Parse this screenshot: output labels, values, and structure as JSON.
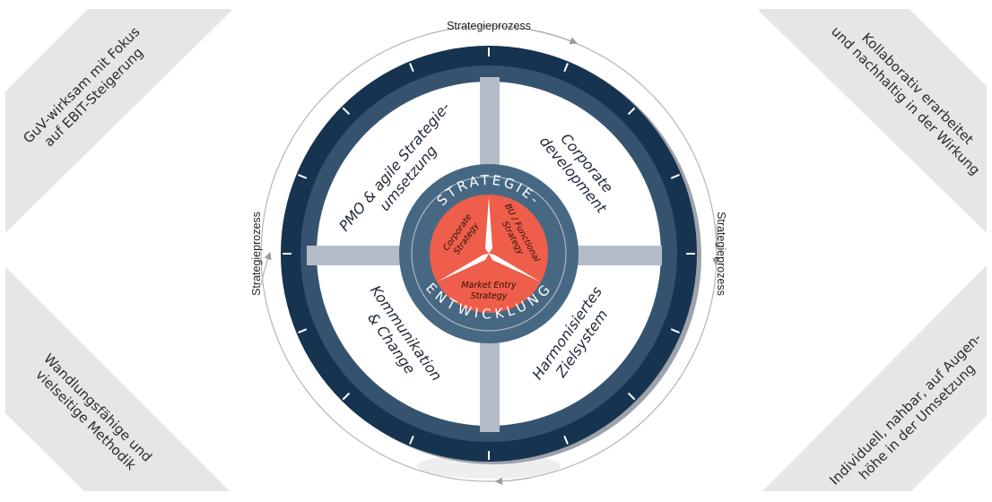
{
  "corners": {
    "top_left": [
      "GuV-wirksam mit Fokus",
      "auf EBIT-Steigerung"
    ],
    "top_right": [
      "Kollaborativ erarbeitet",
      "und nachhaltig in der Wirkung"
    ],
    "bottom_left": [
      "Wandlungsfähige und",
      "vielseitige Methodik"
    ],
    "bottom_right": [
      "Individuell, nahbar, auf Augen-",
      "höhe in der Umsetzung"
    ]
  },
  "process_label": "Strategieprozess",
  "quadrants": {
    "top_left": [
      "PMO & agile Strategie-",
      "umsetzung"
    ],
    "top_right": [
      "Corporate",
      "development"
    ],
    "bottom_left": [
      "Kommunikation",
      "& Change"
    ],
    "bottom_right": [
      "Harmonisiertes",
      "Zielsystem"
    ]
  },
  "center": {
    "arc_top": "STRATEGIE-",
    "arc_bottom": "ENTWICKLUNG",
    "slices": {
      "left": [
        "Corporate",
        "Strategy"
      ],
      "right": [
        "BU / Functional",
        "Strategy"
      ],
      "bottom": [
        "Market Entry",
        "Strategy"
      ]
    }
  },
  "colors": {
    "outer_ring": "#163350",
    "mid_ring": "#35536f",
    "spokes": "#b4bcc7",
    "center_ring": "#476883",
    "center_core": "#ee5e4b",
    "corner_fill": "#e6e6e6"
  }
}
